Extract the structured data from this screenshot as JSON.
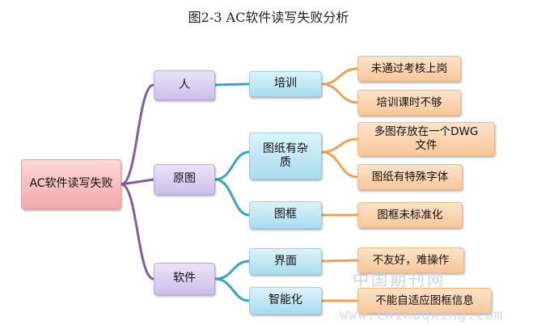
{
  "title": "图2-3 AC软件读写失败分析",
  "root": "AC软件读写失败",
  "level1": [
    "人",
    "原图",
    "软件"
  ],
  "level2": [
    "培训",
    "图纸有杂质",
    "图框",
    "界面",
    "智能化"
  ],
  "level3": [
    "未通过考核上岗",
    "培训课时不够",
    "多图存放在一个DWG文件",
    "图纸有特殊字体",
    "图框未标准化",
    "不友好，难操作",
    "不能自适应图框信息"
  ],
  "watermark": {
    "cn": "中国期刊网",
    "url": "www.chinaqking.com"
  },
  "colors": {
    "root": "#f3a9a9",
    "level1": "#cdbfe9",
    "level2": "#a9ddef",
    "level3": "#f8c79b",
    "link_purple": "#7b5ea7",
    "link_teal": "#3aa4bf",
    "link_orange": "#f0a054"
  }
}
